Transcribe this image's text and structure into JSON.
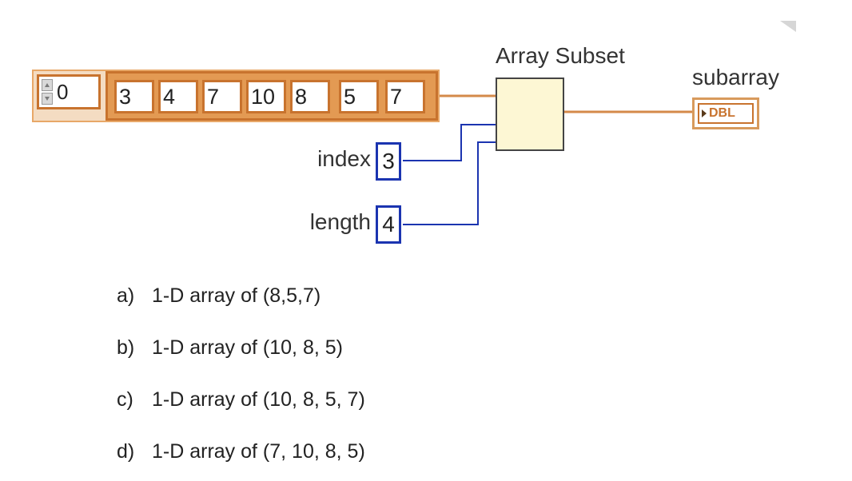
{
  "diagram": {
    "index_control_value": "0",
    "array_values": [
      "3",
      "4",
      "7",
      "10",
      "8",
      "5",
      "7"
    ],
    "function_title": "Array Subset",
    "indicator_title": "subarray",
    "indicator_type": "DBL",
    "index_label": "index",
    "index_value": "3",
    "length_label": "length",
    "length_value": "4",
    "colors": {
      "array_wire": "#d48a4a",
      "int_wire": "#1b34b0",
      "node_fill": "#fdf7d4"
    }
  },
  "choices": [
    {
      "letter": "a)",
      "text": "1-D array of (8,5,7)"
    },
    {
      "letter": "b)",
      "text": "1-D array of (10, 8, 5)"
    },
    {
      "letter": "c)",
      "text": "1-D array of (10, 8, 5, 7)"
    },
    {
      "letter": "d)",
      "text": "1-D array of (7, 10, 8, 5)"
    }
  ]
}
